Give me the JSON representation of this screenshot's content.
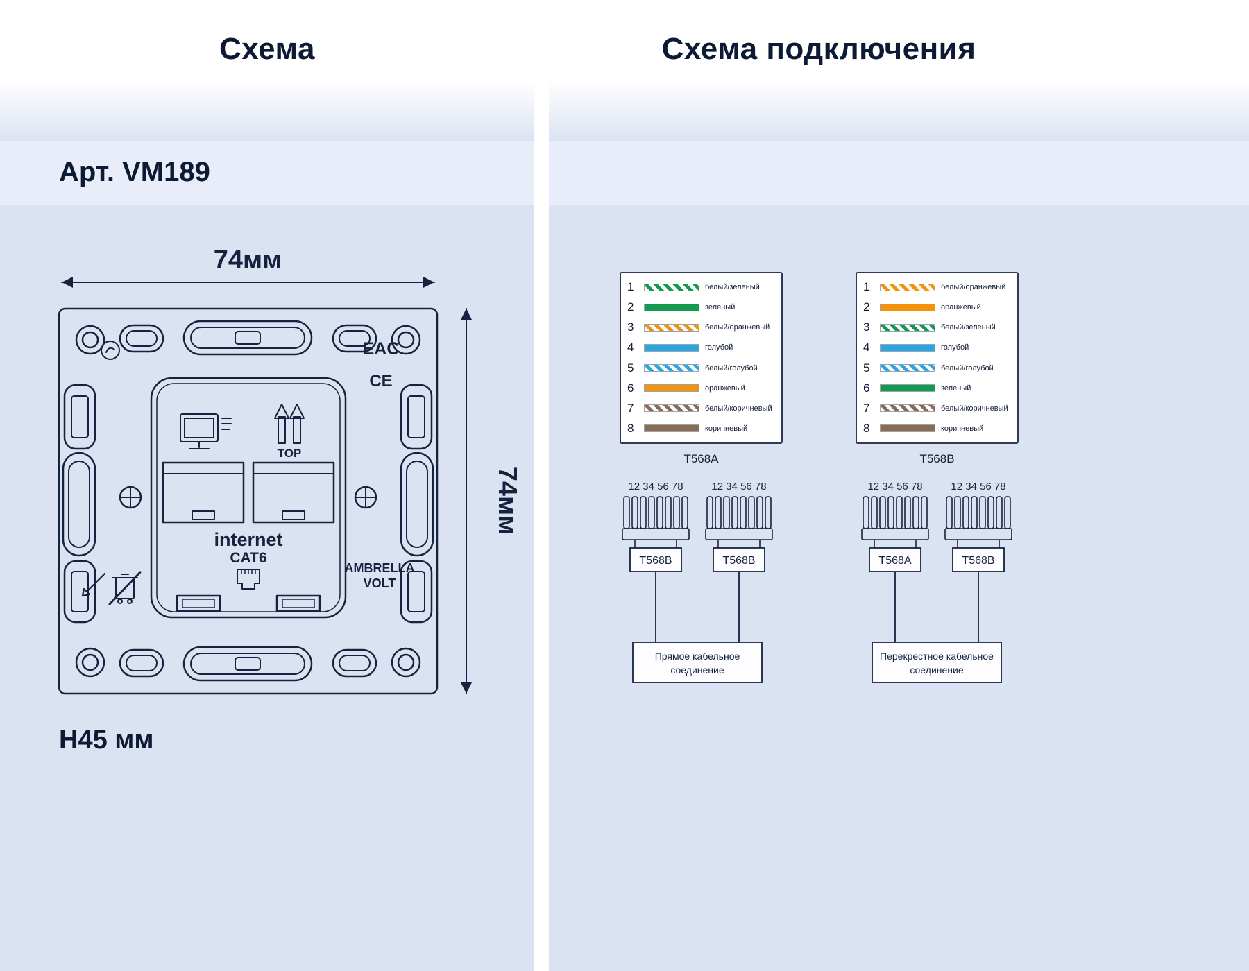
{
  "header": {
    "left_title": "Схема",
    "right_title": "Схема подключения"
  },
  "product": {
    "art": "Арт. VM189",
    "dim_top": "74мм",
    "dim_right": "74мм",
    "depth": "H45 мм",
    "labels": {
      "internet": "internet",
      "cat": "CAT6",
      "top": "TOP",
      "eac": "EAC",
      "ce": "CE",
      "brand_line1": "AMBRELLA",
      "brand_line2": "VOLT"
    }
  },
  "wiring_tables": [
    {
      "id": "t568a",
      "caption": "T568A",
      "rows": [
        {
          "pin": "1",
          "wire": "white-green",
          "label": "белый/зеленый"
        },
        {
          "pin": "2",
          "wire": "green",
          "label": "зеленый"
        },
        {
          "pin": "3",
          "wire": "white-orange",
          "label": "белый/оранжевый"
        },
        {
          "pin": "4",
          "wire": "blue",
          "label": "голубой"
        },
        {
          "pin": "5",
          "wire": "white-blue",
          "label": "белый/голубой"
        },
        {
          "pin": "6",
          "wire": "orange",
          "label": "оранжевый"
        },
        {
          "pin": "7",
          "wire": "white-brown",
          "label": "белый/коричневый"
        },
        {
          "pin": "8",
          "wire": "brown",
          "label": "коричневый"
        }
      ]
    },
    {
      "id": "t568b",
      "caption": "T568B",
      "rows": [
        {
          "pin": "1",
          "wire": "white-orange",
          "label": "белый/оранжевый"
        },
        {
          "pin": "2",
          "wire": "orange",
          "label": "оранжевый"
        },
        {
          "pin": "3",
          "wire": "white-green",
          "label": "белый/зеленый"
        },
        {
          "pin": "4",
          "wire": "blue",
          "label": "голубой"
        },
        {
          "pin": "5",
          "wire": "white-blue",
          "label": "белый/голубой"
        },
        {
          "pin": "6",
          "wire": "green",
          "label": "зеленый"
        },
        {
          "pin": "7",
          "wire": "white-brown",
          "label": "белый/коричневый"
        },
        {
          "pin": "8",
          "wire": "brown",
          "label": "коричневый"
        }
      ]
    }
  ],
  "connections": [
    {
      "id": "straight",
      "pins": "12 34 56 78",
      "left_plug": "T568B",
      "right_plug": "T568B",
      "caption_line1": "Прямое кабельное",
      "caption_line2": "соединение"
    },
    {
      "id": "crossover",
      "pins": "12 34 56 78",
      "left_plug": "T568A",
      "right_plug": "T568B",
      "caption_line1": "Перекрестное кабельное",
      "caption_line2": "соединение"
    }
  ],
  "colors": {
    "green": "#149a4c",
    "orange": "#f2930c",
    "blue": "#2ba7e0",
    "brown": "#8c6b4e"
  }
}
